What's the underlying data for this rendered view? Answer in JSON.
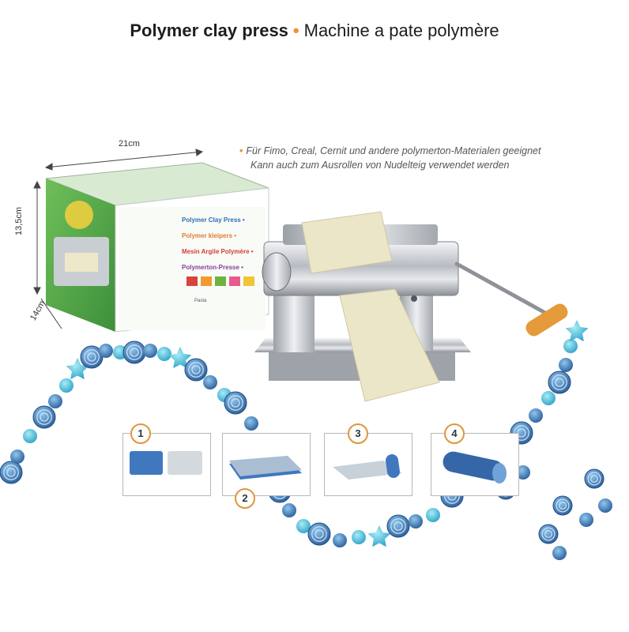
{
  "title": {
    "english": "Polymer clay press",
    "french": "Machine a pate polymère",
    "separator_color": "#f0902a"
  },
  "description": {
    "line1": "Für Fimo, Creal, Cernit und andere polymerton-Materialen geeignet",
    "line2": "Kann auch zum Ausrollen von Nudelteig verwendet werden"
  },
  "dimensions": {
    "width": "21cm",
    "height": "13,5cm",
    "depth": "14cm"
  },
  "box": {
    "logo": "",
    "lines": [
      "Polymer Clay Press •",
      "Polymer kleipers •",
      "Mesin Argile Polymère •",
      "Polymerton-Presse •"
    ],
    "small_label": "Pasta",
    "swatch_colors": [
      "#d8433a",
      "#f19a2e",
      "#6db33f",
      "#e95a8c",
      "#f0c433"
    ]
  },
  "steps": [
    {
      "number": "1"
    },
    {
      "number": "2"
    },
    {
      "number": "3"
    },
    {
      "number": "4"
    }
  ],
  "colors": {
    "bead_dark": "#2f5e9e",
    "bead_light": "#4d94c9",
    "bead_aqua": "#5cc8e2",
    "handle": "#e59a3b",
    "clay_sheet": "#ece6c8"
  }
}
